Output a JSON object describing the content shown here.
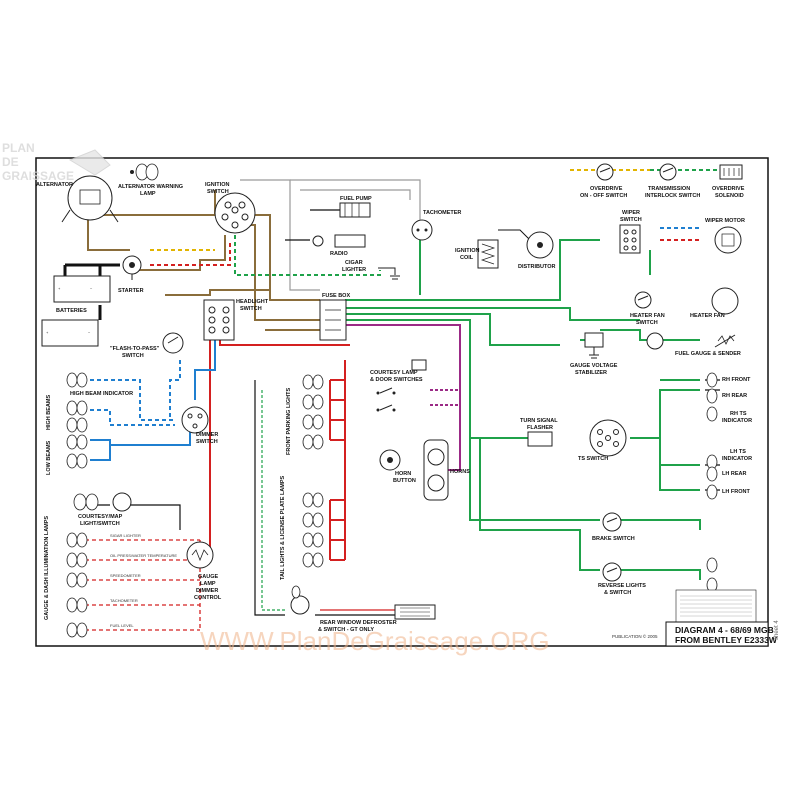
{
  "diagram": {
    "title_line1": "DIAGRAM 4 - 68/69 MGB",
    "title_line2": "FROM BENTLEY E2333W",
    "publisher": "PUBLICATION © 2005",
    "sheet": "sheet 4",
    "watermark": "WWW.PlanDeGraissage.ORG",
    "logo_line1": "PLAN",
    "logo_line2": "DE",
    "logo_line3": "GRAISSAGE"
  },
  "colors": {
    "brown": "#8a6d3b",
    "green": "#1fa24a",
    "red": "#d42020",
    "blue": "#1f7fd0",
    "purple": "#9b2a86",
    "gray": "#9a9a9a",
    "yellow": "#e2b400",
    "black": "#111111"
  },
  "labels": {
    "alternator": "ALTERNATOR",
    "alt_warning_1": "ALTERNATOR WARNING",
    "alt_warning_2": "LAMP",
    "ignition_1": "IGNITION",
    "ignition_2": "SWITCH",
    "fuel_pump": "FUEL PUMP",
    "radio": "RADIO",
    "cigar_1": "CIGAR",
    "cigar_2": "LIGHTER",
    "tachometer": "TACHOMETER",
    "ign_coil_1": "IGNITION",
    "ign_coil_2": "COIL",
    "distributor": "DISTRIBUTOR",
    "od_onoff_1": "OVERDRIVE",
    "od_onoff_2": "ON - OFF SWITCH",
    "trans_1": "TRANSMISSION",
    "trans_2": "INTERLOCK SWITCH",
    "od_sol_1": "OVERDRIVE",
    "od_sol_2": "SOLENOID",
    "wiper_sw_1": "WIPER",
    "wiper_sw_2": "SWITCH",
    "wiper_motor": "WIPER MOTOR",
    "starter": "STARTER",
    "batteries": "BATTERIES",
    "headlight_1": "HEADLIGHT",
    "headlight_2": "SWITCH",
    "fuse_box": "FUSE BOX",
    "heater_sw_1": "HEATER FAN",
    "heater_sw_2": "SWITCH",
    "heater_fan": "HEATER FAN",
    "fuel_gauge": "FUEL GAUGE & SENDER",
    "flash_1": "\"FLASH-TO-PASS\"",
    "flash_2": "SWITCH",
    "gauge_stab_1": "GAUGE VOLTAGE",
    "gauge_stab_2": "STABILIZER",
    "courtesy_1": "COURTESY LAMP",
    "courtesy_2": "& DOOR SWITCHES",
    "rh_front": "RH FRONT",
    "rh_rear": "RH REAR",
    "rh_ts_1": "RH TS",
    "rh_ts_2": "INDICATOR",
    "high_beam": "HIGH BEAM INDICATOR",
    "high_beams": "HIGH BEAMS",
    "low_beams": "LOW BEAMS",
    "dimmer_1": "DIMMER",
    "dimmer_2": "SWITCH",
    "front_parking": "FRONT PARKING LIGHTS",
    "turn_flasher_1": "TURN SIGNAL",
    "turn_flasher_2": "FLASHER",
    "ts_switch": "TS SWITCH",
    "horn_1": "HORN",
    "horn_2": "BUTTON",
    "horns": "HORNS",
    "lh_ts_1": "LH TS",
    "lh_ts_2": "INDICATOR",
    "lh_rear": "LH REAR",
    "lh_front": "LH FRONT",
    "courtesy_map_1": "COURTESY/MAP",
    "courtesy_map_2": "LIGHT/SWITCH",
    "tail_lights": "TAIL LIGHTS & LICENSE PLATE LAMPS",
    "brake_sw": "BRAKE SWITCH",
    "gauge_illum": "GAUGE & DASH ILLUMINATION LAMPS",
    "gauge_dim_1": "GAUGE",
    "gauge_dim_2": "LAMP",
    "gauge_dim_3": "DIMMER",
    "gauge_dim_4": "CONTROL",
    "reverse_1": "REVERSE LIGHTS",
    "reverse_2": "& SWITCH",
    "rear_def_1": "REAR WINDOW DEFROSTER",
    "rear_def_2": "& SWITCH - GT ONLY",
    "gauge_items": [
      "SIGAR LIGHTER",
      "OIL PRESS/WATER TEMPERATURE",
      "SPEEDOMETER",
      "TACHOMETER",
      "FUEL LEVEL"
    ]
  }
}
